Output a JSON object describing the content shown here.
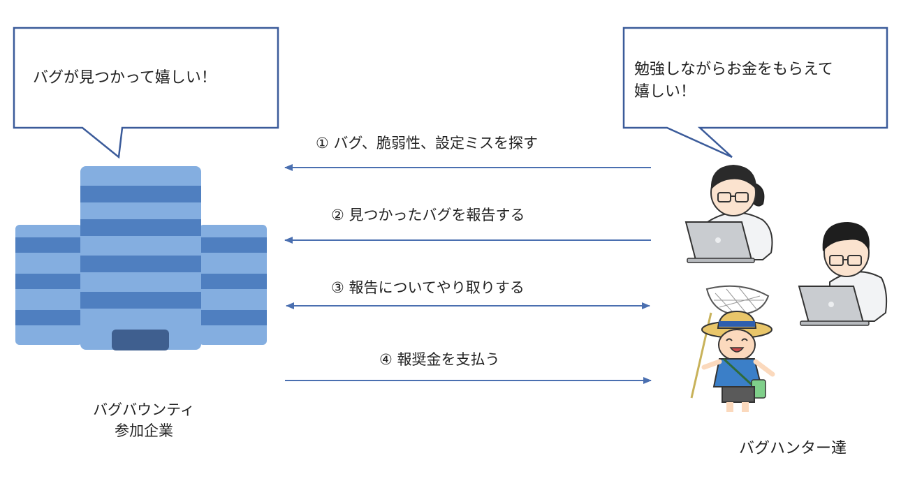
{
  "bubbles": {
    "company": {
      "text": "バグが見つかって嬉しい！"
    },
    "hunter": {
      "line1": "勉強しながらお金をもらえて",
      "line2": "嬉しい！"
    }
  },
  "steps": [
    {
      "label": "① バグ、脆弱性、設定ミスを探す",
      "direction": "to-company"
    },
    {
      "label": "② 見つかったバグを報告する",
      "direction": "to-company"
    },
    {
      "label": "③ 報告についてやり取りする",
      "direction": "both"
    },
    {
      "label": "④ 報奨金を支払う",
      "direction": "to-hunters"
    }
  ],
  "captions": {
    "company_line1": "バグバウンティ",
    "company_line2": "参加企業",
    "hunters": "バグハンター達"
  },
  "colors": {
    "arrow": "#4a6fb0",
    "bubble_border": "#3b5b9a",
    "building_light": "#7ea6d8",
    "building_dark": "#4f7fc0",
    "building_door": "#3f5f8f"
  },
  "icons": {
    "company": "office-building-icon",
    "hunter1": "person-laptop-icon",
    "hunter2": "person-laptop-icon",
    "hunter3": "child-with-bug-net-icon"
  }
}
